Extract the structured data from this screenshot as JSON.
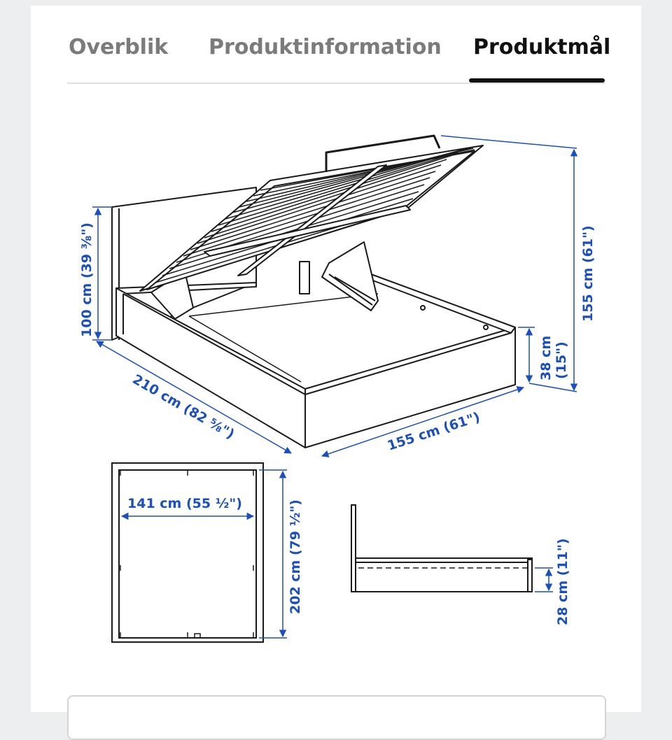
{
  "tabs": {
    "overview": "Overblik",
    "product_info": "Produktinformation",
    "dimensions": "Produktmål"
  },
  "colors": {
    "dimension_blue": "#1a4fbe",
    "line_dark": "#1a1a1a",
    "tab_inactive": "#7b7b7b",
    "tab_active": "#111111"
  },
  "dimensions": {
    "headboard_height": "100 cm (39 ⅜\")",
    "total_height": "155 cm (61\")",
    "side_height": "38 cm",
    "side_height_in": "(15\")",
    "length": "210 cm (82 ⅝\")",
    "width": "155 cm (61\")",
    "inner_width": "141 cm (55 ½\")",
    "inner_length": "202 cm (79 ½\")",
    "base_height": "28 cm (11\")"
  }
}
